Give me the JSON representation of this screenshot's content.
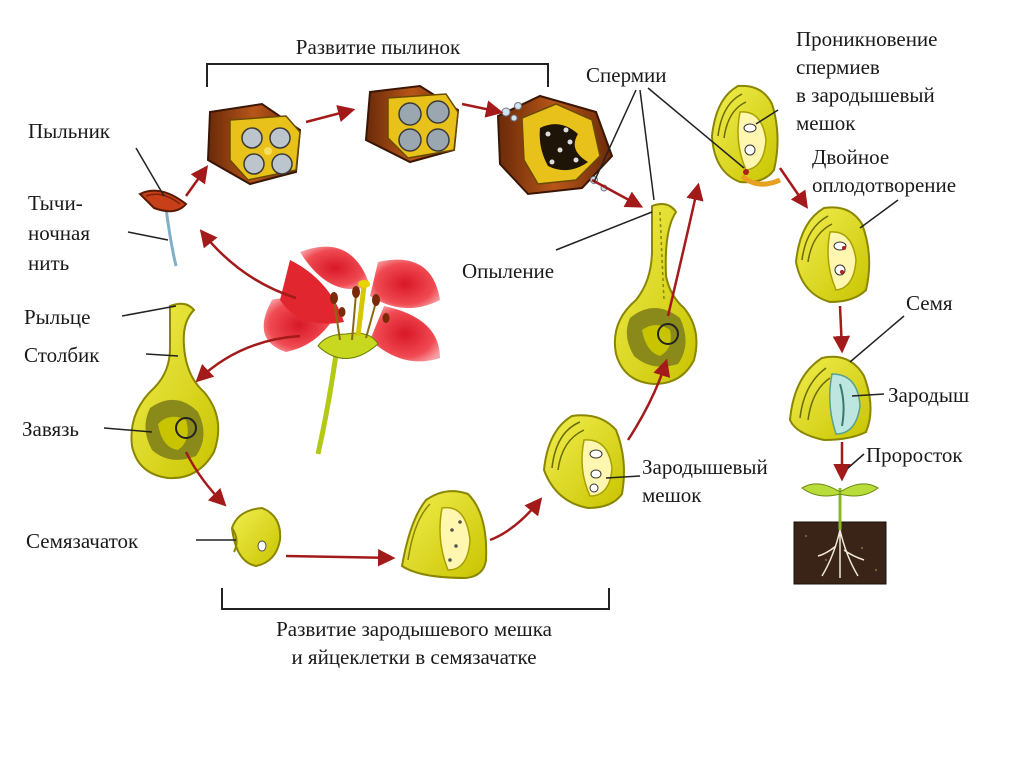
{
  "labels": {
    "anther_development": "Развитие пылинок",
    "anther": "Пыльник",
    "filament": [
      "Тычи-",
      "ночная",
      "нить"
    ],
    "stigma": "Рыльце",
    "style": "Столбик",
    "ovary": "Завязь",
    "ovule": "Семязачаток",
    "sperm": "Спермии",
    "pollination": "Опыление",
    "sperm_penetration": [
      "Проникновение",
      "спермиев",
      "в зародышевый",
      "мешок"
    ],
    "double_fertilization": [
      "Двойное",
      "оплодотворение"
    ],
    "seed": "Семя",
    "embryo": "Зародыш",
    "sprout": "Проросток",
    "embryo_sac": [
      "Зародышевый",
      "мешок"
    ],
    "embryo_sac_development": [
      "Развитие зародышевого мешка",
      "и яйцеклетки в семязачатке"
    ]
  },
  "colors": {
    "arrow": "#a31a1a",
    "ovary_yellow": "#d9d600",
    "anther_brown": "#8a3a0a",
    "flower_red": "#e8303a",
    "soil": "#3a2418",
    "leaf_green": "#b8dc3a"
  }
}
